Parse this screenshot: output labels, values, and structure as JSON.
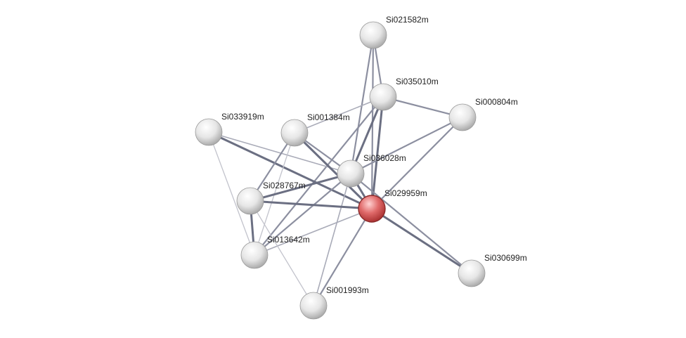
{
  "network": {
    "nodes": [
      {
        "id": "Si021582m",
        "label": "Si021582m",
        "highlight": false
      },
      {
        "id": "Si035010m",
        "label": "Si035010m",
        "highlight": false
      },
      {
        "id": "Si000804m",
        "label": "Si000804m",
        "highlight": false
      },
      {
        "id": "Si033919m",
        "label": "Si033919m",
        "highlight": false
      },
      {
        "id": "Si001384m",
        "label": "Si001384m",
        "highlight": false
      },
      {
        "id": "Si036028m",
        "label": "Si036028m",
        "highlight": false
      },
      {
        "id": "Si028767m",
        "label": "Si028767m",
        "highlight": false
      },
      {
        "id": "Si029959m",
        "label": "Si029959m",
        "highlight": true
      },
      {
        "id": "Si013642m",
        "label": "Si013642m",
        "highlight": false
      },
      {
        "id": "Si030699m",
        "label": "Si030699m",
        "highlight": false
      },
      {
        "id": "Si001993m",
        "label": "Si001993m",
        "highlight": false
      }
    ],
    "edges": [
      {
        "source": "Si021582m",
        "target": "Si035010m",
        "strength": "medium"
      },
      {
        "source": "Si021582m",
        "target": "Si036028m",
        "strength": "medium"
      },
      {
        "source": "Si021582m",
        "target": "Si029959m",
        "strength": "medium"
      },
      {
        "source": "Si035010m",
        "target": "Si000804m",
        "strength": "medium"
      },
      {
        "source": "Si035010m",
        "target": "Si001384m",
        "strength": "light"
      },
      {
        "source": "Si035010m",
        "target": "Si036028m",
        "strength": "strong"
      },
      {
        "source": "Si035010m",
        "target": "Si029959m",
        "strength": "strong"
      },
      {
        "source": "Si035010m",
        "target": "Si013642m",
        "strength": "medium"
      },
      {
        "source": "Si000804m",
        "target": "Si036028m",
        "strength": "medium"
      },
      {
        "source": "Si000804m",
        "target": "Si029959m",
        "strength": "medium"
      },
      {
        "source": "Si033919m",
        "target": "Si029959m",
        "strength": "strong"
      },
      {
        "source": "Si033919m",
        "target": "Si036028m",
        "strength": "light"
      },
      {
        "source": "Si033919m",
        "target": "Si013642m",
        "strength": "faint"
      },
      {
        "source": "Si001384m",
        "target": "Si036028m",
        "strength": "medium"
      },
      {
        "source": "Si001384m",
        "target": "Si029959m",
        "strength": "strong"
      },
      {
        "source": "Si001384m",
        "target": "Si028767m",
        "strength": "medium"
      },
      {
        "source": "Si001384m",
        "target": "Si013642m",
        "strength": "faint"
      },
      {
        "source": "Si036028m",
        "target": "Si029959m",
        "strength": "strong"
      },
      {
        "source": "Si036028m",
        "target": "Si028767m",
        "strength": "strong"
      },
      {
        "source": "Si036028m",
        "target": "Si013642m",
        "strength": "medium"
      },
      {
        "source": "Si036028m",
        "target": "Si001993m",
        "strength": "light"
      },
      {
        "source": "Si029959m",
        "target": "Si028767m",
        "strength": "strong"
      },
      {
        "source": "Si029959m",
        "target": "Si013642m",
        "strength": "light"
      },
      {
        "source": "Si029959m",
        "target": "Si030699m",
        "strength": "strong"
      },
      {
        "source": "Si029959m",
        "target": "Si001993m",
        "strength": "medium"
      },
      {
        "source": "Si028767m",
        "target": "Si013642m",
        "strength": "strong"
      },
      {
        "source": "Si028767m",
        "target": "Si001993m",
        "strength": "faint"
      },
      {
        "source": "Si036028m",
        "target": "Si030699m",
        "strength": "medium"
      }
    ],
    "colors": {
      "node_default": "#e8e8e8",
      "node_highlight": "#e06a6a",
      "edge_strong": "#6b6f82",
      "edge_medium": "#8c8fa0",
      "edge_light": "#a9abb8",
      "edge_faint": "#c2c3cc"
    }
  }
}
